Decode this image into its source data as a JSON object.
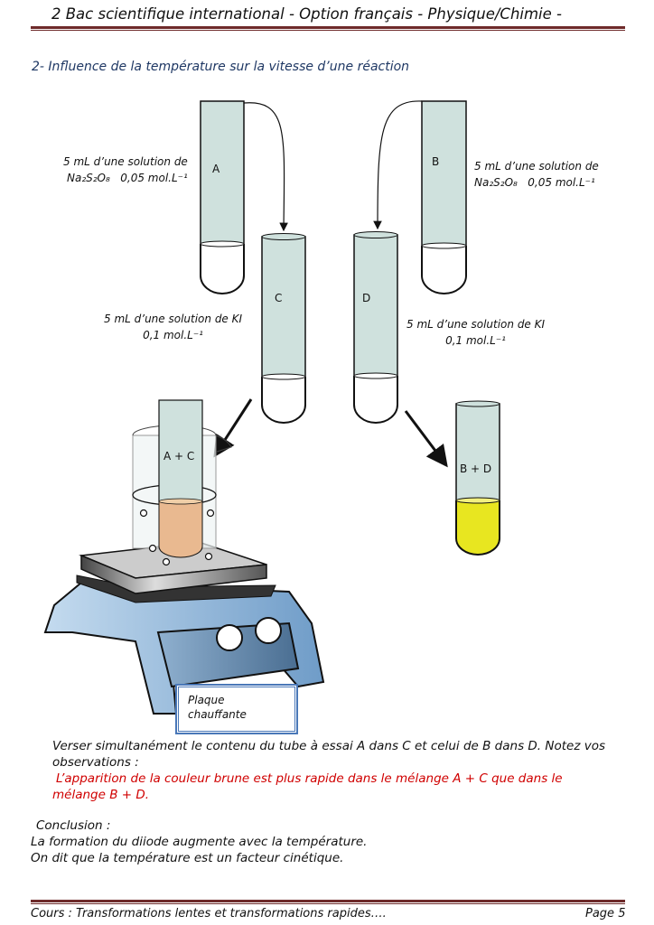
{
  "header": {
    "title": "2 Bac scientifique international - Option français - Physique/Chimie -"
  },
  "section": {
    "title": "2- Influence de la température sur la vitesse d’une réaction"
  },
  "figure": {
    "tube_a": {
      "label": "A",
      "desc_line1": "5 mL d’une solution de",
      "formula": "Na₂S₂O₈",
      "conc": "0,05 mol.L⁻¹"
    },
    "tube_b": {
      "label": "B",
      "desc_line1": "5 mL d’une solution de",
      "formula": "Na₂S₂O₈",
      "conc": "0,05 mol.L⁻¹"
    },
    "tube_c": {
      "label": "C",
      "desc_line1": "5 mL d’une solution de KI",
      "conc": "0,1 mol.L⁻¹"
    },
    "tube_d": {
      "label": "D",
      "desc_line1": "5 mL d’une solution de KI",
      "conc": "0,1 mol.L⁻¹"
    },
    "mix_ac": {
      "label": "A + C",
      "color": "#e9b990"
    },
    "mix_bd": {
      "label": "B + D",
      "color": "#e8e620"
    },
    "hotplate": {
      "line1": "Plaque",
      "line2": "chauffante"
    }
  },
  "body": {
    "instruction_line1": "Verser simultanément le contenu du tube à essai A dans C et celui de B dans D. Notez vos",
    "instruction_line2": "observations :",
    "observation_line1": "L’apparition de la couleur brune est plus rapide dans le mélange A + C que dans le",
    "observation_line2": "mélange B + D.",
    "conclusion_title": "Conclusion :",
    "conclusion_line1": "La formation du diiode augmente avec la température.",
    "conclusion_line2": "On dit que la température est un facteur cinétique."
  },
  "footer": {
    "course": "Cours : Transformations lentes et transformations rapides….",
    "page": "Page 5"
  }
}
